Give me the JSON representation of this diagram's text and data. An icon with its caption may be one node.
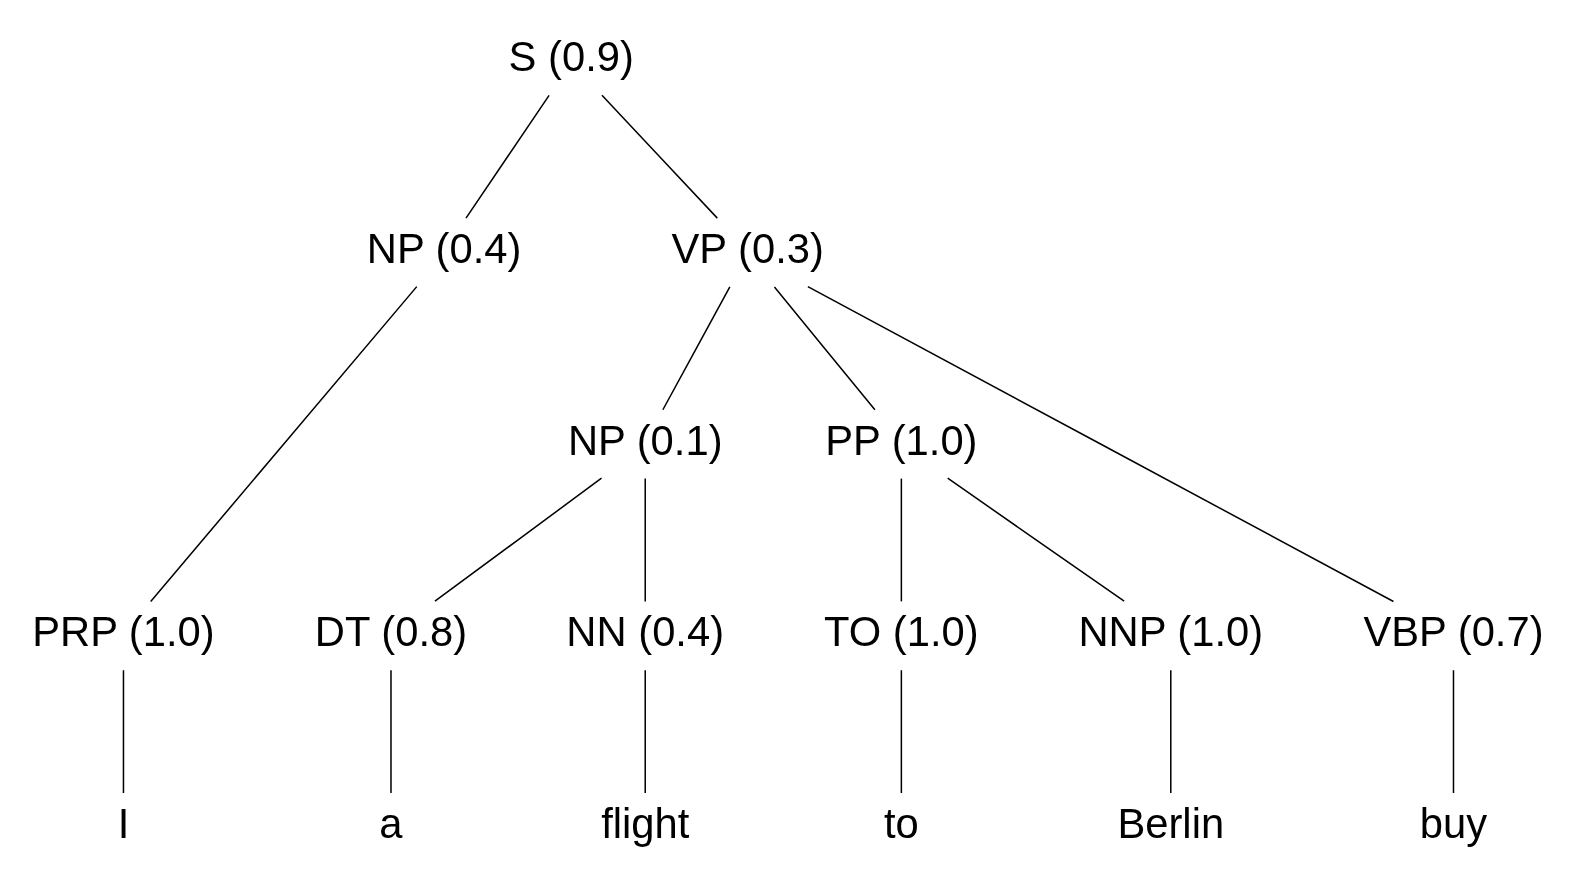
{
  "diagram": {
    "nodes": [
      {
        "text": [
          "S (0.9)"
        ]
      },
      {
        "text": [
          "NP (0.4)"
        ]
      },
      {
        "text": [
          "VP (0.3)"
        ]
      },
      {
        "text": [
          "NP (0.1)"
        ]
      },
      {
        "text": [
          "PP (1.0)"
        ]
      },
      {
        "text": [
          "PRP (1.0)"
        ]
      },
      {
        "text": [
          "VBP (0.7)"
        ]
      },
      {
        "text": [
          "DT (0.8)"
        ]
      },
      {
        "text": [
          "NN (0.4)"
        ]
      },
      {
        "text": [
          "TO (1.0)"
        ]
      },
      {
        "text": [
          "NNP (1.0)"
        ]
      },
      {
        "text": [
          "I"
        ]
      },
      {
        "text": [
          "buy"
        ]
      },
      {
        "text": [
          "a"
        ]
      },
      {
        "text": [
          "flight"
        ]
      },
      {
        "text": [
          "to"
        ]
      },
      {
        "text": [
          "Berlin"
        ]
      }
    ],
    "edges": [
      {
        "from": 0,
        "to": 1,
        "arrow": "none"
      },
      {
        "from": 0,
        "to": 2,
        "arrow": "none"
      },
      {
        "from": 1,
        "to": 5,
        "arrow": "none"
      },
      {
        "from": 2,
        "to": 6,
        "arrow": "none"
      },
      {
        "from": 2,
        "to": 3,
        "arrow": "none"
      },
      {
        "from": 2,
        "to": 4,
        "arrow": "none"
      },
      {
        "from": 3,
        "to": 7,
        "arrow": "none"
      },
      {
        "from": 3,
        "to": 8,
        "arrow": "none"
      },
      {
        "from": 4,
        "to": 9,
        "arrow": "none"
      },
      {
        "from": 4,
        "to": 10,
        "arrow": "none"
      },
      {
        "from": 5,
        "to": 11,
        "arrow": "none"
      },
      {
        "from": 6,
        "to": 12,
        "arrow": "none"
      },
      {
        "from": 7,
        "to": 13,
        "arrow": "none"
      },
      {
        "from": 8,
        "to": 14,
        "arrow": "none"
      },
      {
        "from": 9,
        "to": 15,
        "arrow": "none"
      },
      {
        "from": 10,
        "to": 16,
        "arrow": "none"
      }
    ]
  }
}
